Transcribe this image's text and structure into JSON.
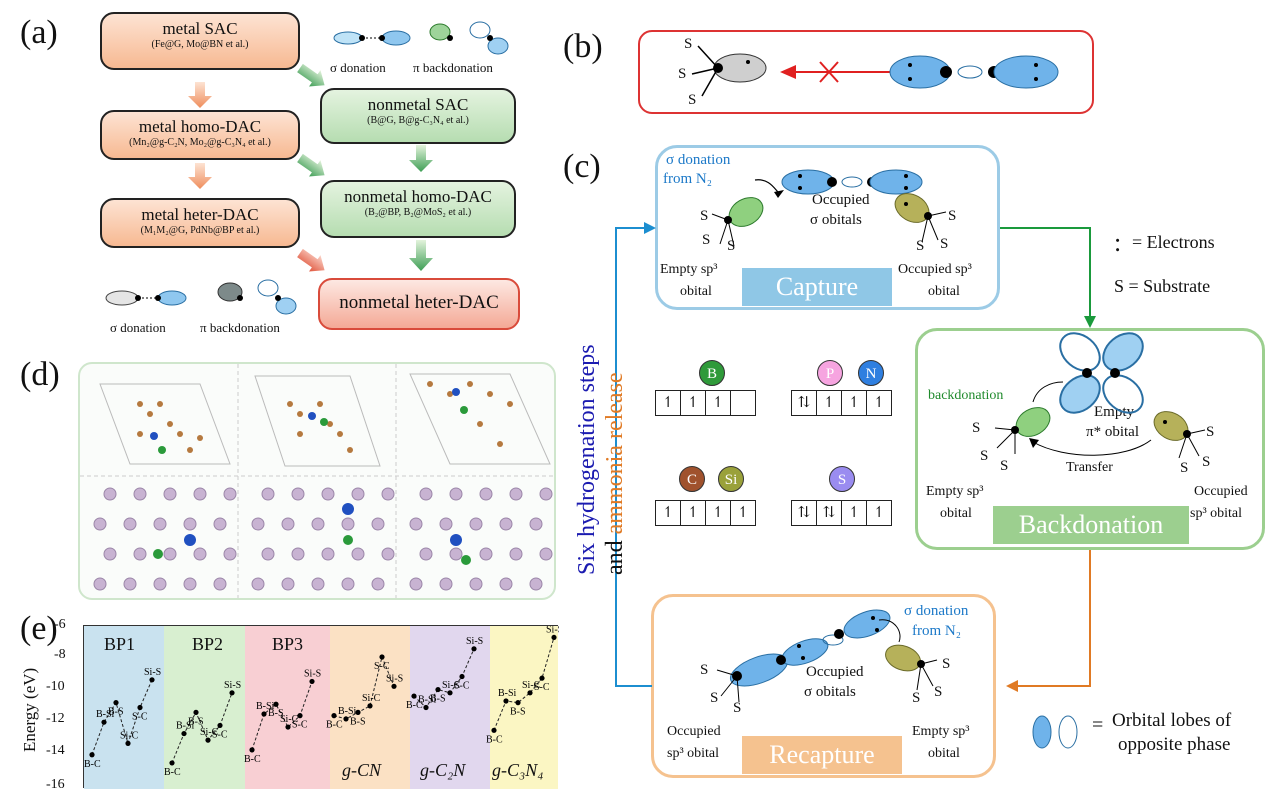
{
  "panels": {
    "a": "(a)",
    "b": "(b)",
    "c": "(c)",
    "d": "(d)",
    "e": "(e)"
  },
  "panel_a": {
    "metal_sac": {
      "title": "metal SAC",
      "sub": "(Fe@G, Mo@BN et al.)"
    },
    "metal_homo": {
      "title": "metal homo-DAC",
      "sub": "(Mn₂@g-C₂N, Mo₂@g-C₃N₄ et al.)"
    },
    "metal_heter": {
      "title": "metal heter-DAC",
      "sub": "(M₁M₂@G, PdNb@BP et al.)"
    },
    "nonmetal_sac": {
      "title": "nonmetal SAC",
      "sub": "(B@G, B@g-C₃N₄ et al.)"
    },
    "nonmetal_homo": {
      "title": "nonmetal homo-DAC",
      "sub": "(B₂@BP, B₂@MoS₂ et al.)"
    },
    "nonmetal_heter": {
      "title": "nonmetal heter-DAC"
    },
    "sigma_donation": "σ donation",
    "pi_back": "π backdonation"
  },
  "panel_c": {
    "capture": "Capture",
    "backdonation": "Backdonation",
    "recapture": "Recapture",
    "sigma_from_n2_1": "σ donation",
    "sigma_from_n2_2": "from N₂",
    "occupied_sigma_1": "Occupied",
    "occupied_sigma_2": "σ obitals",
    "empty_sp3_1": "Empty sp³",
    "empty_sp3_2": "obital",
    "occupied_sp3_1": "Occupied sp³",
    "occupied_sp3_2": "obital",
    "backdonation_lbl": "backdonation",
    "empty_pi_1": "Empty",
    "empty_pi_2": "π* obital",
    "transfer": "Transfer",
    "occupied_sp3_obital_1": "Occupied",
    "occupied_sp3_obital_2": "sp³ obital",
    "empty_sp3_obital": "Empty sp³",
    "legend_electrons": "= Electrons",
    "legend_substrate": "S = Substrate",
    "legend_lobes_1": "Orbital lobes of",
    "legend_lobes_2": "opposite phase",
    "side_1": "Six hydrogenation steps",
    "side_2": "and",
    "side_3": "ammonia release",
    "s": "S",
    "atoms": {
      "b": "B",
      "p": "P",
      "n": "N",
      "c": "C",
      "si": "Si",
      "s": "S"
    },
    "colors": {
      "capture": "#8fc7e6",
      "back": "#9ccf8f",
      "recap": "#f5c28f",
      "arrow_green": "#1a9a3c",
      "arrow_orange": "#e07a24",
      "arrow_blue": "#1c8ed0",
      "cross": "#e02020"
    }
  },
  "panel_e": {
    "ylabel": "Energy (eV)",
    "regions": [
      {
        "name": "BP1",
        "color": "#c9e2ef"
      },
      {
        "name": "BP2",
        "color": "#d8efd0"
      },
      {
        "name": "BP3",
        "color": "#f8cfd3"
      },
      {
        "name": "g-CN",
        "color": "#fbe1c4"
      },
      {
        "name": "g-C₂N",
        "color": "#e1d7ee"
      },
      {
        "name": "g-C₃N₄",
        "color": "#fbf6c3"
      }
    ],
    "yticks": [
      "-6",
      "-8",
      "-10",
      "-12",
      "-14",
      "-16"
    ]
  },
  "chart_data": {
    "type": "line",
    "ylabel": "Energy (eV)",
    "ylim": [
      -16,
      -6
    ],
    "series": [
      {
        "name": "BP1",
        "labels": [
          "B-C",
          "B-Si",
          "B-S",
          "Si-C",
          "S-C",
          "Si-S"
        ],
        "values": [
          -13.9,
          -11.9,
          -10.7,
          -13.2,
          -11.0,
          -9.3
        ]
      },
      {
        "name": "BP2",
        "labels": [
          "B-C",
          "B-Si",
          "B-S",
          "Si-C",
          "S-C",
          "Si-S"
        ],
        "values": [
          -14.4,
          -12.6,
          -11.3,
          -13.0,
          -12.1,
          -10.1
        ]
      },
      {
        "name": "BP3",
        "labels": [
          "B-C",
          "B-Si",
          "B-S",
          "Si-C",
          "S-C",
          "Si-S"
        ],
        "values": [
          -13.6,
          -11.4,
          -10.8,
          -12.2,
          -11.5,
          -9.4
        ]
      },
      {
        "name": "g-CN",
        "labels": [
          "B-C",
          "B-Si",
          "B-S",
          "Si-C",
          "S-C",
          "Si-S"
        ],
        "values": [
          -11.5,
          -11.7,
          -11.3,
          -10.9,
          -7.9,
          -9.7
        ]
      },
      {
        "name": "g-C₂N",
        "labels": [
          "B-C",
          "B-Si",
          "B-S",
          "Si-C",
          "S-C",
          "Si-S"
        ],
        "values": [
          -10.3,
          -11.0,
          -9.9,
          -10.1,
          -9.1,
          -7.4
        ]
      },
      {
        "name": "g-C₃N₄",
        "labels": [
          "B-C",
          "B-Si",
          "B-S",
          "Si-C",
          "S-C",
          "Si-S"
        ],
        "values": [
          -12.4,
          -10.6,
          -10.7,
          -10.1,
          -9.2,
          -6.7
        ]
      }
    ]
  }
}
